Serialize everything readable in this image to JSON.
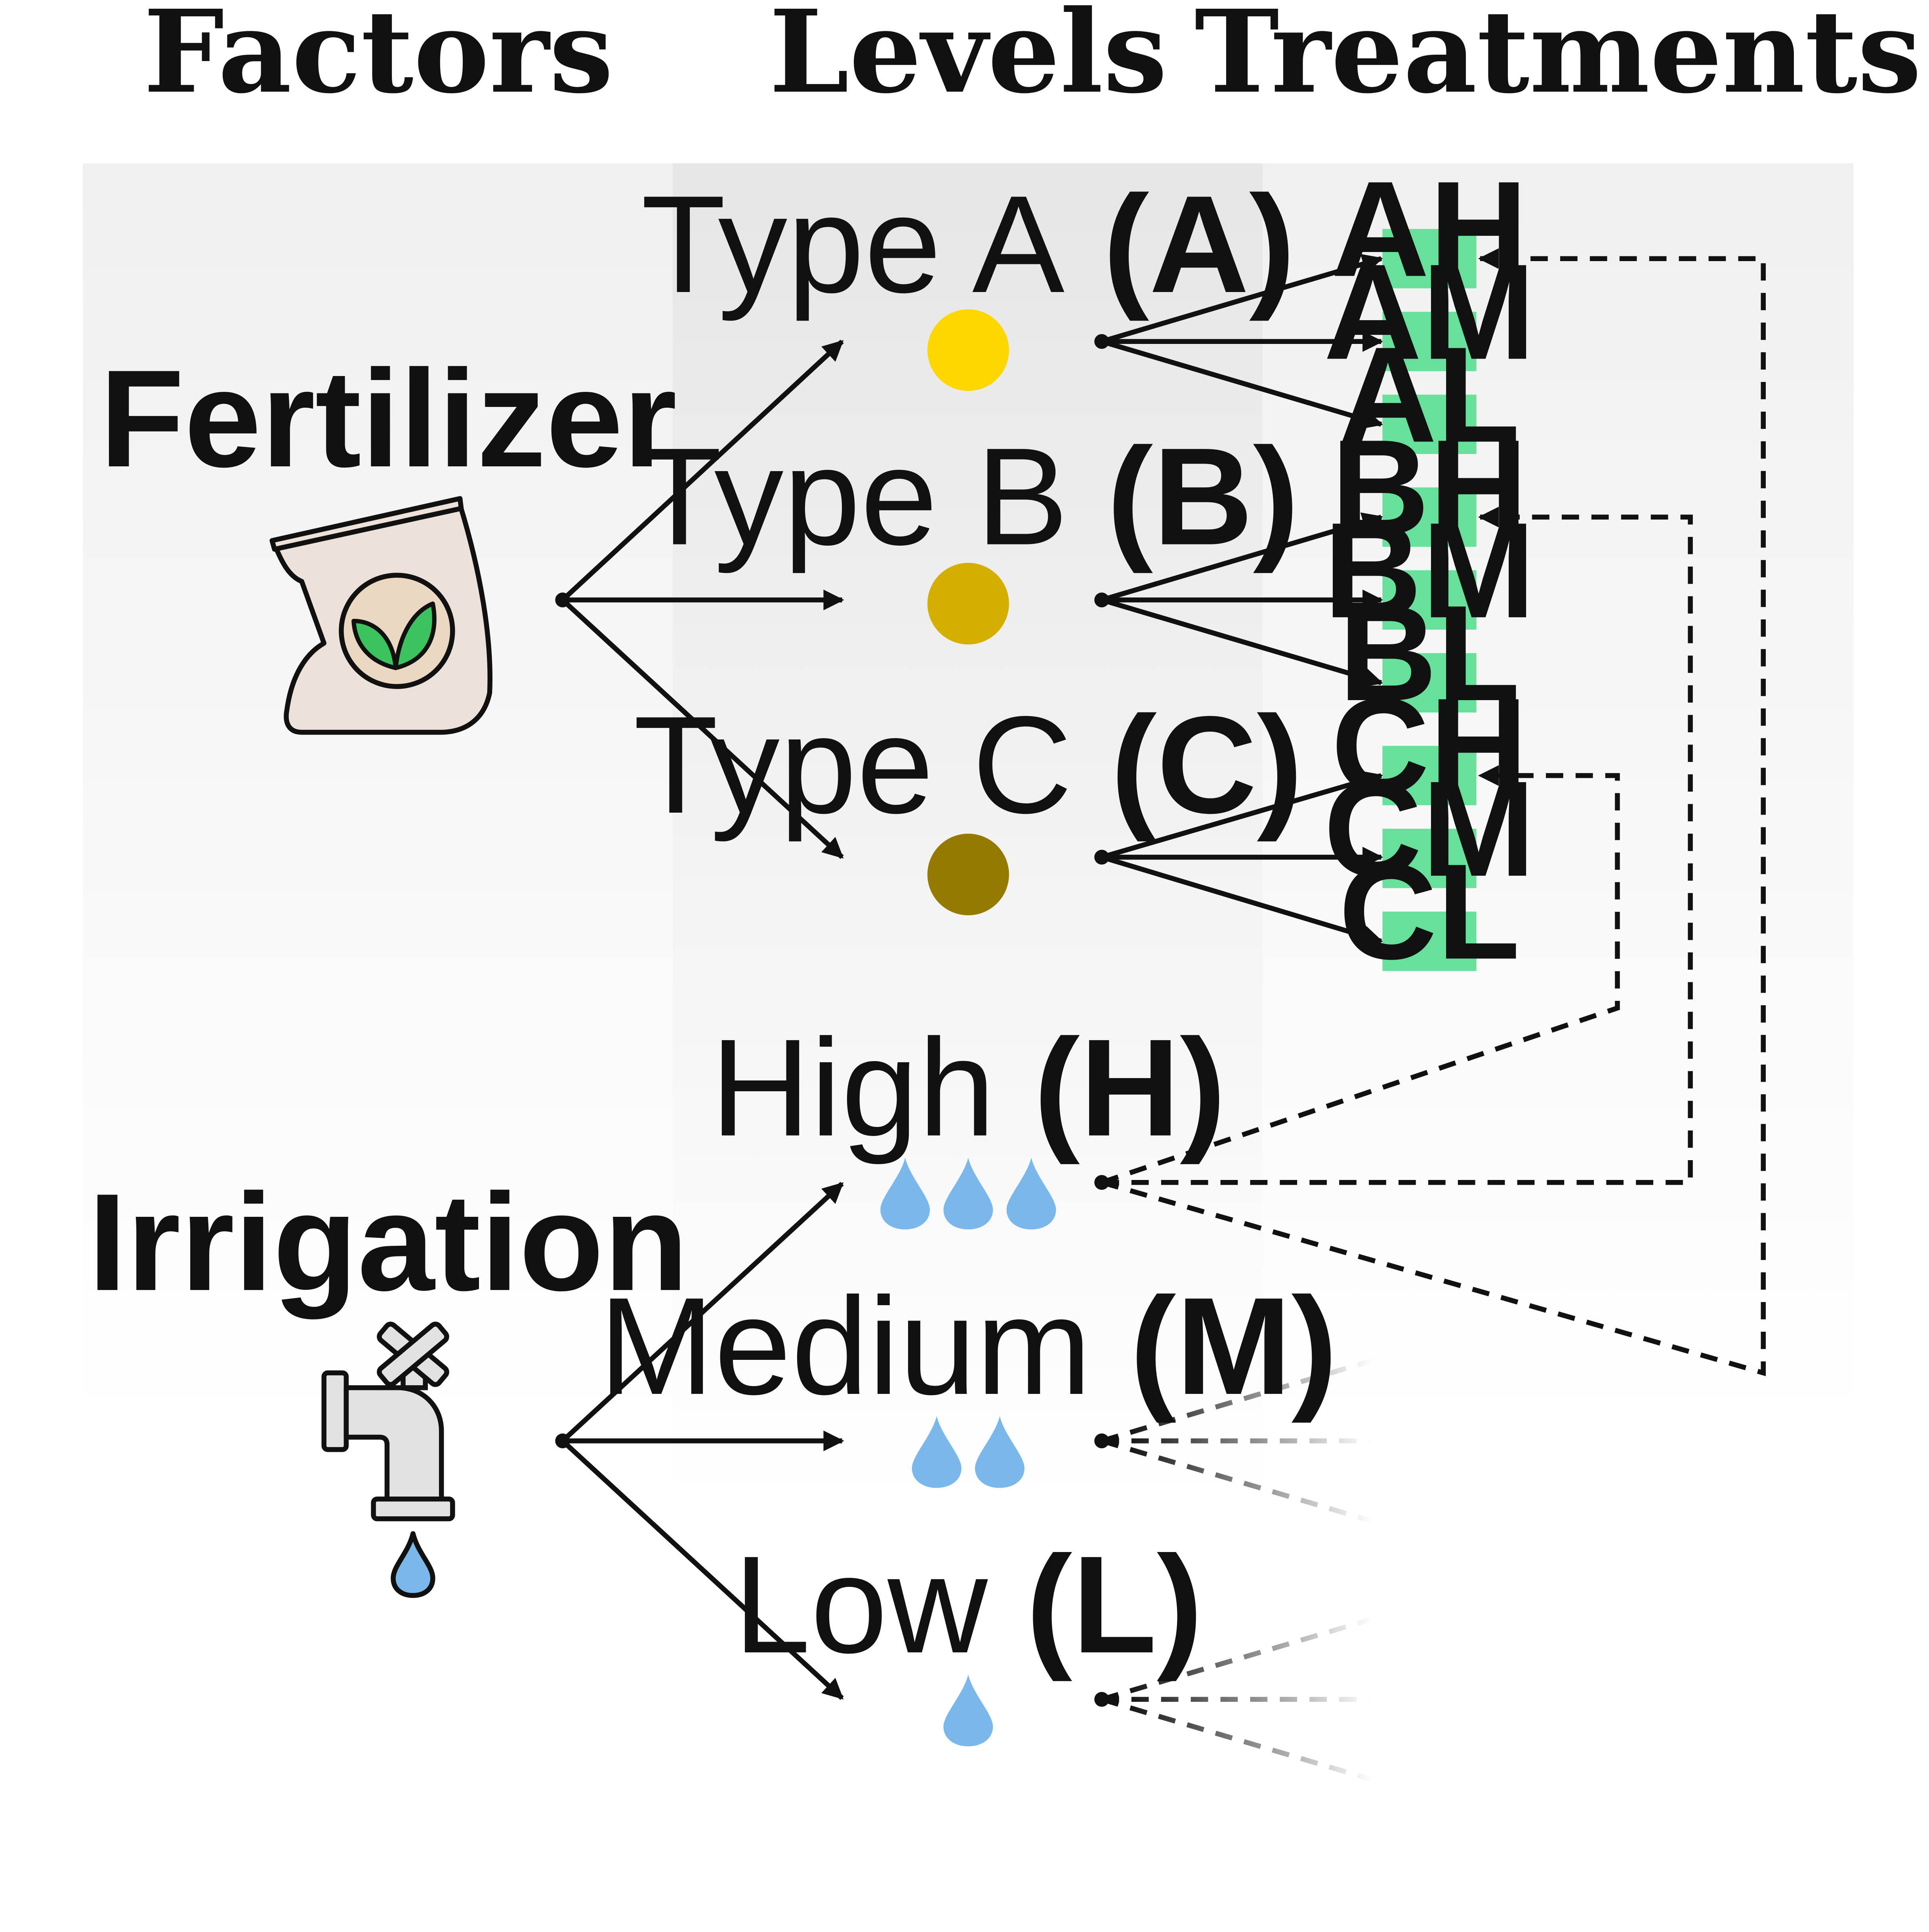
{
  "headers": {
    "factors": "Factors",
    "levels": "Levels",
    "treatments": "Treatments"
  },
  "factors": {
    "fertilizer": {
      "label": "Fertilizer",
      "icon": "fertilizer-bag-icon"
    },
    "irrigation": {
      "label": "Irrigation",
      "icon": "water-faucet-icon"
    }
  },
  "levels": {
    "fertilizer": [
      {
        "name": "Type A",
        "code": "(A)",
        "color": "#FFD700"
      },
      {
        "name": "Type B",
        "code": "(B)",
        "color": "#D4AF00"
      },
      {
        "name": "Type C",
        "code": "(C)",
        "color": "#967A00"
      }
    ],
    "irrigation": [
      {
        "name": "High",
        "code": "(H)",
        "drops": 3
      },
      {
        "name": "Medium",
        "code": "(M)",
        "drops": 2
      },
      {
        "name": "Low",
        "code": "(L)",
        "drops": 1
      }
    ]
  },
  "treatments": [
    [
      "AH",
      "AM",
      "AL"
    ],
    [
      "BH",
      "BM",
      "BL"
    ],
    [
      "CH",
      "CM",
      "CL"
    ]
  ],
  "colors": {
    "treatment_box": "#66E09A",
    "water_drop": "#7AB8EC",
    "fertilizer_band": "#F0F0F0",
    "levels_band": "#E6E6E6"
  }
}
